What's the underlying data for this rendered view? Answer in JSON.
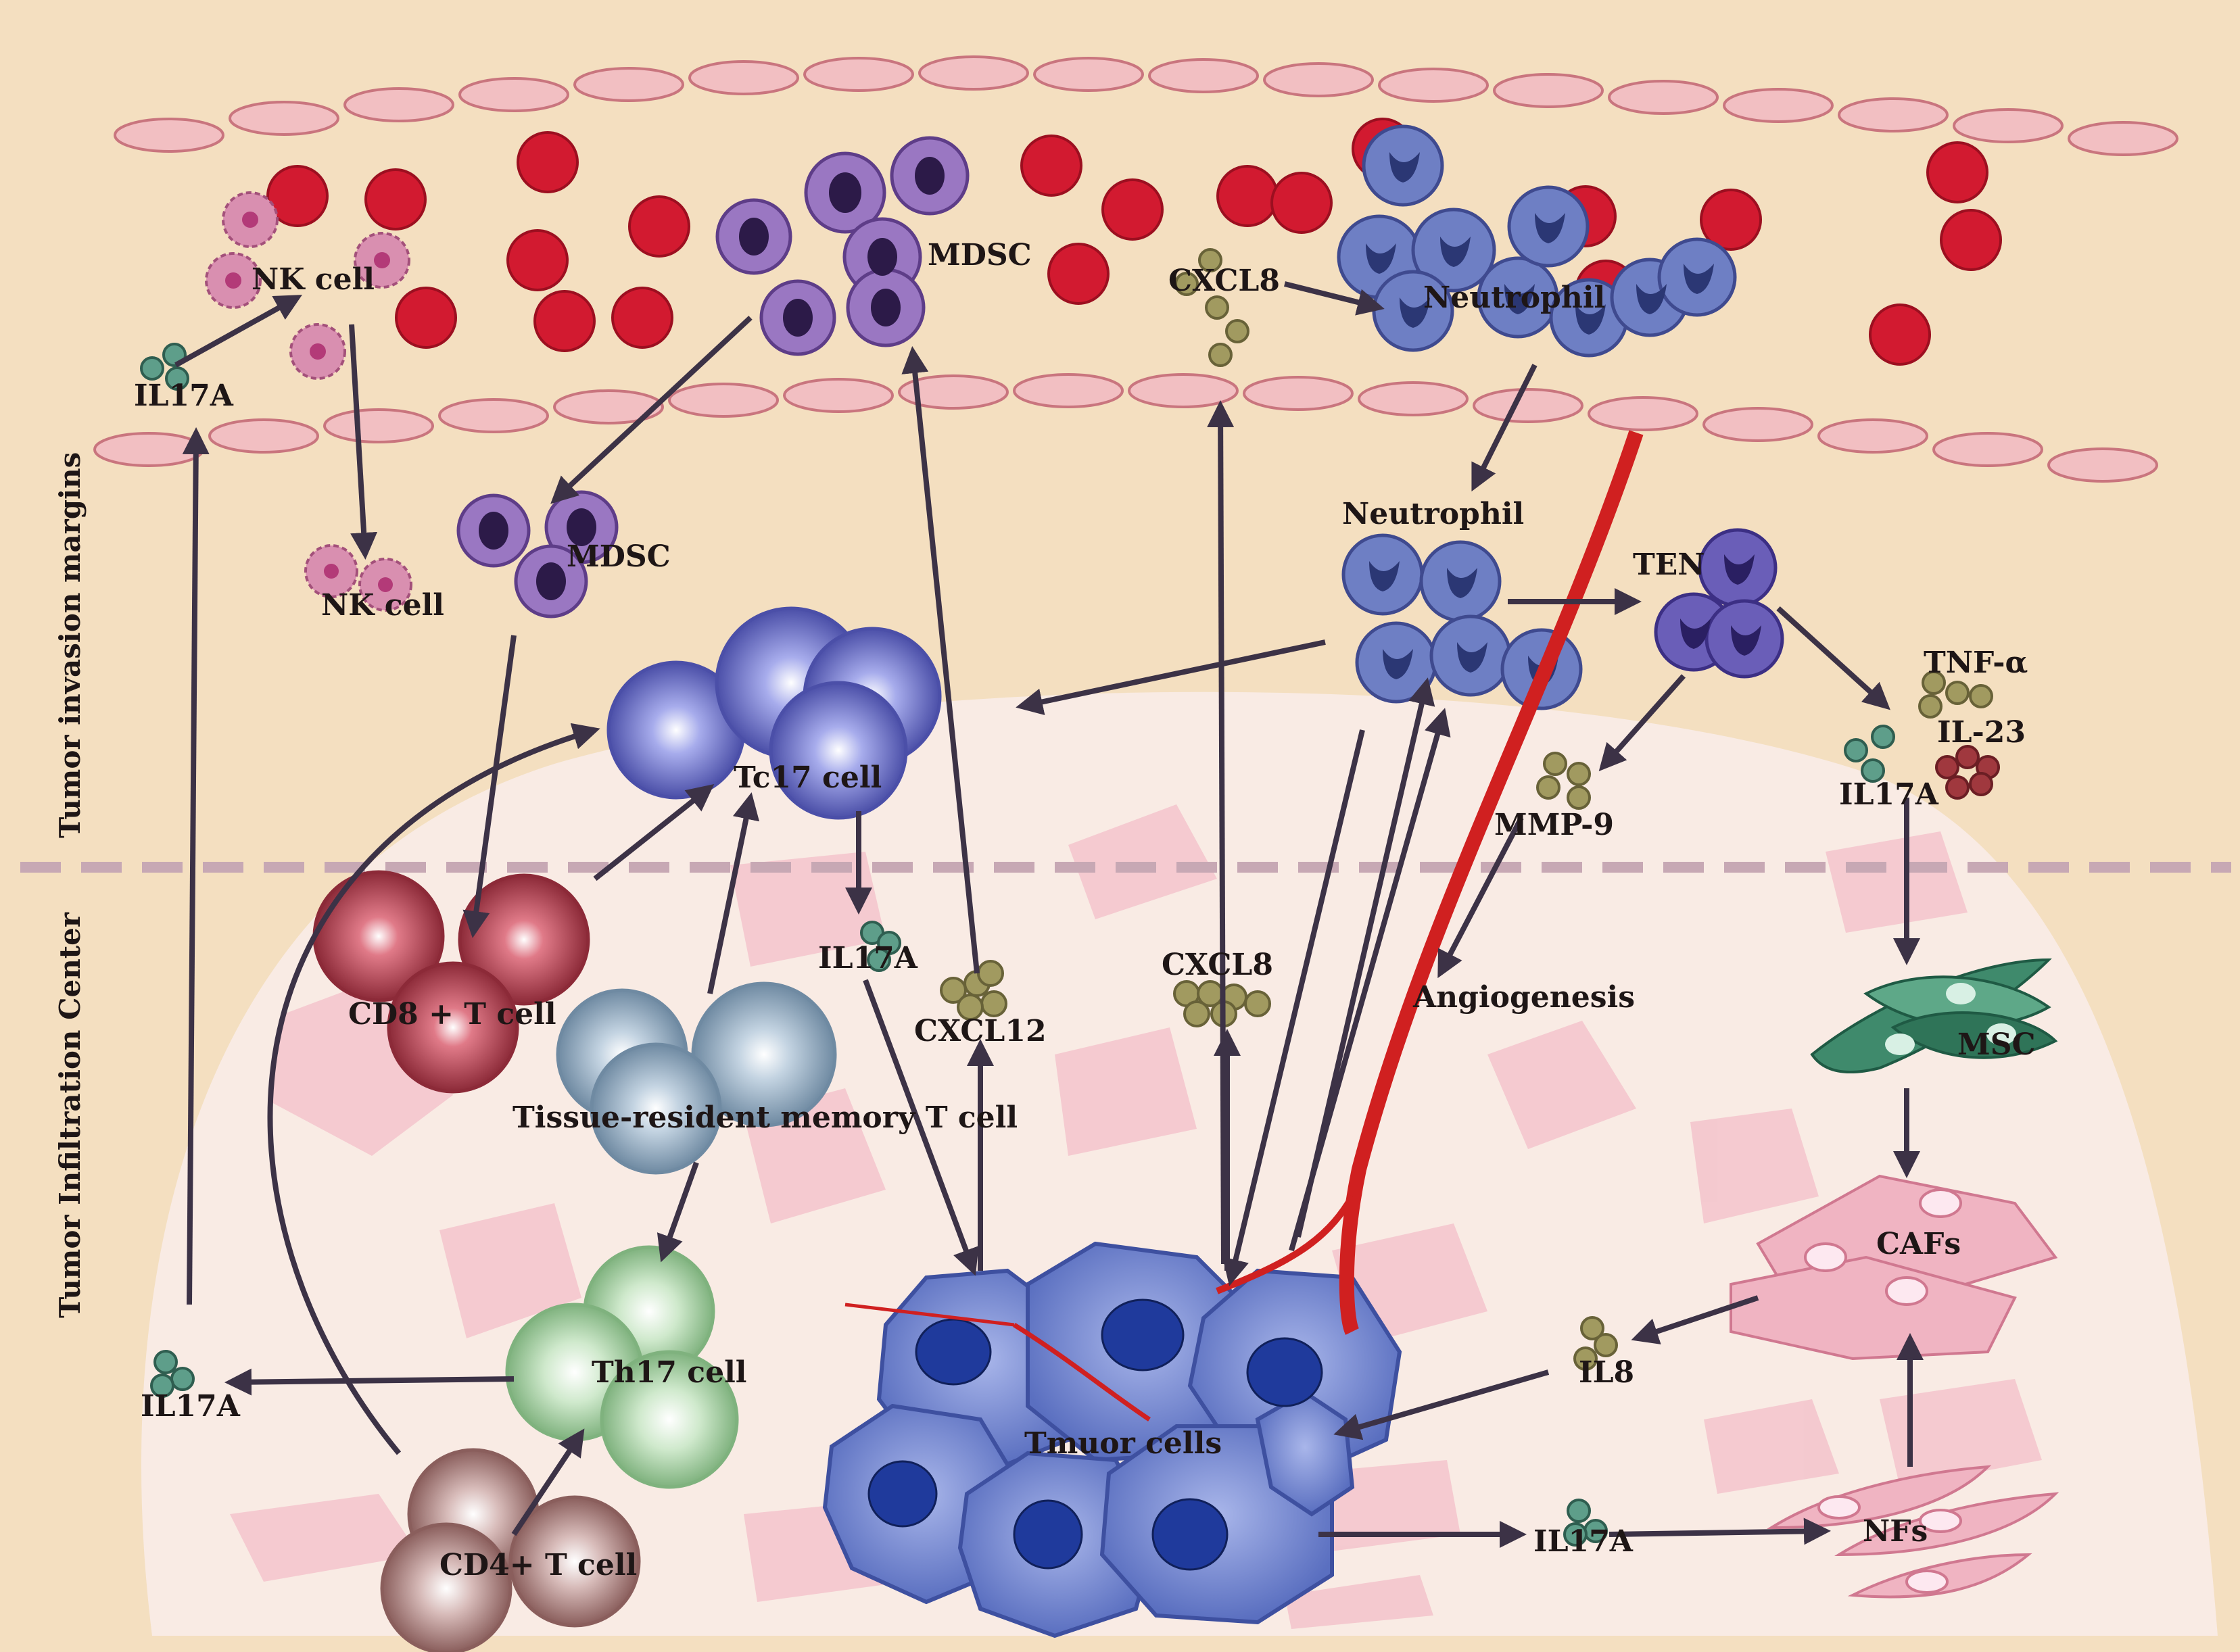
{
  "zones": {
    "margin_label": "Tumor invasion margins",
    "center_label": "Tumor Infiltration Center"
  },
  "labels": {
    "nk_cell_vessel": "NK cell",
    "il17a_top_left": "IL17A",
    "nk_cell_tissue": "NK cell",
    "mdsc_vessel": "MDSC",
    "mdsc_tissue": "MDSC",
    "cxcl8_vessel": "CXCL8",
    "neutrophil_vessel": "Neutrophil",
    "neutrophil_tissue": "Neutrophil",
    "ten": "TEN",
    "tnf_alpha": "TNF-α",
    "il23": "IL-23",
    "il17a_right": "IL17A",
    "mmp9": "MMP-9",
    "angiogenesis": "Angiogenesis",
    "tc17_cell": "Tc17 cell",
    "cd8_t_cell": "CD8 + T cell",
    "il17a_center": "IL17A",
    "cxcl12": "CXCL12",
    "cxcl8_center": "CXCL8",
    "trm_cell": "Tissue-resident memory T cell",
    "msc": "MSC",
    "cafs": "CAFs",
    "il8": "IL8",
    "th17_cell": "Th17 cell",
    "il17a_left": "IL17A",
    "tumor_cells": "Tmuor cells",
    "cd4_t_cell": "CD4+ T cell",
    "il17a_bottom": "IL17A",
    "nfs": "NFs"
  },
  "colors": {
    "background": "#f4dfc0",
    "tumor_region": "#f9ebe4",
    "endothelium": "#f2bfc2",
    "red_blood_cell": "#d21a30",
    "mdsc": "#8a62b0",
    "neutrophil": "#6e7fc4",
    "t_cell_tc17": "#8f96d8",
    "cd8": "#c84a5e",
    "trm": "#b4c8d8",
    "th17": "#b8dcb6",
    "cd4": "#bc9a98",
    "tumor": "#6b82cc",
    "blood_vessel": "#d02020",
    "il17a_particle": "#5e9e8a",
    "cxcl_particle": "#a19a60",
    "il23_particle": "#a0383e",
    "msc": "#3f8a6c",
    "caf": "#f0b4c2",
    "arrow": "#3c3246"
  }
}
